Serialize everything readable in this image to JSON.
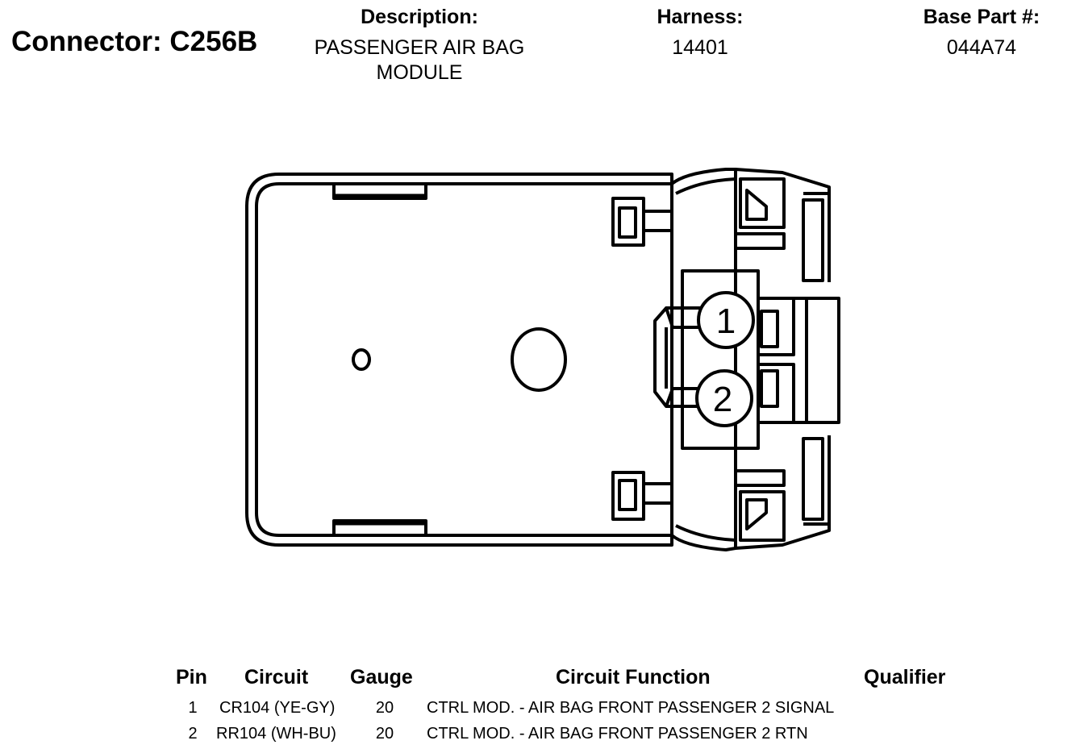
{
  "connector": {
    "label": "Connector: C256B"
  },
  "description": {
    "header": "Description:",
    "value": "PASSENGER AIR BAG MODULE"
  },
  "harness": {
    "header": "Harness:",
    "value": "14401"
  },
  "base_part": {
    "header": "Base Part #:",
    "value": "044A74"
  },
  "diagram": {
    "pin_labels": [
      "1",
      "2"
    ]
  },
  "table": {
    "headers": {
      "pin": "Pin",
      "circuit": "Circuit",
      "gauge": "Gauge",
      "function": "Circuit Function",
      "qualifier": "Qualifier"
    },
    "rows": [
      {
        "pin": "1",
        "circuit": "CR104 (YE-GY)",
        "gauge": "20",
        "function": "CTRL MOD. - AIR BAG FRONT PASSENGER 2 SIGNAL",
        "qualifier": ""
      },
      {
        "pin": "2",
        "circuit": "RR104 (WH-BU)",
        "gauge": "20",
        "function": "CTRL MOD. - AIR BAG FRONT PASSENGER 2 RTN",
        "qualifier": ""
      }
    ]
  }
}
